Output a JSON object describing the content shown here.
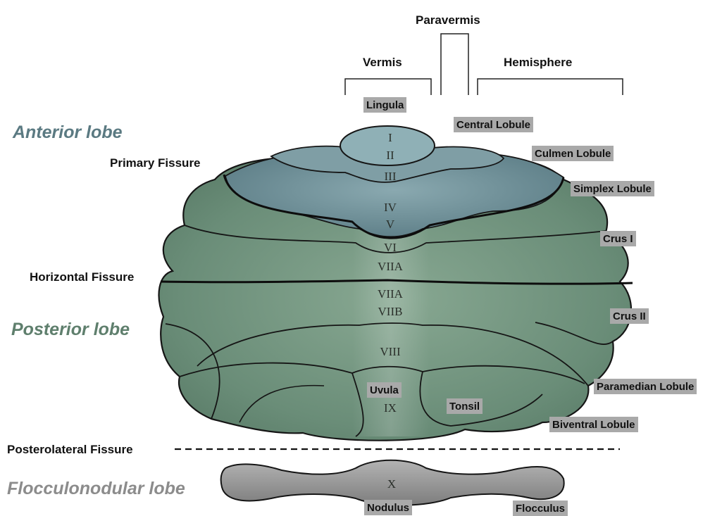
{
  "headers": {
    "paravermis": "Paravermis",
    "vermis": "Vermis",
    "hemisphere": "Hemisphere"
  },
  "lobes": {
    "anterior": "Anterior lobe",
    "posterior": "Posterior lobe",
    "flocculonodular": "Flocculonodular lobe"
  },
  "lobe_colors": {
    "anterior": "#5b7a82",
    "posterior": "#5f7f6d",
    "flocculonodular": "#8c8c8c"
  },
  "fissures": {
    "primary": "Primary Fissure",
    "horizontal": "Horizontal Fissure",
    "posterolateral": "Posterolateral Fissure"
  },
  "structures": {
    "lingula": "Lingula",
    "central_lobule": "Central Lobule",
    "culmen_lobule": "Culmen Lobule",
    "simplex_lobule": "Simplex Lobule",
    "crus_1": "Crus I",
    "crus_2": "Crus II",
    "paramedian_lobule": "Paramedian Lobule",
    "biventral_lobule": "Biventral Lobule",
    "tonsil": "Tonsil",
    "uvula": "Uvula",
    "nodulus": "Nodulus",
    "flocculus": "Flocculus"
  },
  "lobule_numbers": {
    "i": "I",
    "ii": "II",
    "iii": "III",
    "iv": "IV",
    "v": "V",
    "vi": "VI",
    "viia_upper": "VIIA",
    "viia_lower": "VIIA",
    "viib": "VIIB",
    "viii": "VIII",
    "ix": "IX",
    "x": "X"
  },
  "label_background_color": "#a9a9a9"
}
